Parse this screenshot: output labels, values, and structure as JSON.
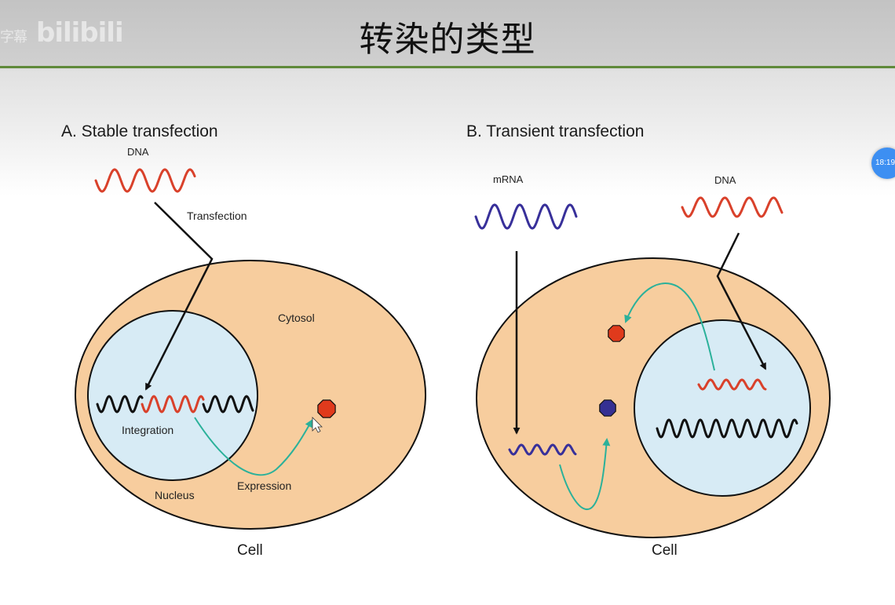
{
  "header": {
    "title": "转染的类型",
    "watermark_small": "字幕",
    "watermark": "bilibili"
  },
  "overlay": {
    "time_badge": "18:19"
  },
  "colors": {
    "header_rule": "#5f8a3a",
    "cell_fill": "#f7cd9e",
    "nucleus_fill": "#d7ebf5",
    "dna_red": "#d9412b",
    "mrna_blue": "#38309a",
    "expression_arrow": "#2bb19a",
    "protein_red": "#e03a1c",
    "protein_blue": "#353093"
  },
  "panel_a": {
    "title": "A. Stable transfection",
    "dna_label": "DNA",
    "transfection_label": "Transfection",
    "cytosol_label": "Cytosol",
    "integration_label": "Integration",
    "nucleus_label": "Nucleus",
    "expression_label": "Expression",
    "cell_label": "Cell",
    "icons": {
      "dna": "wavy-line",
      "protein": "octagon"
    }
  },
  "panel_b": {
    "title": "B. Transient transfection",
    "mrna_label": "mRNA",
    "dna_label": "DNA",
    "cell_label": "Cell",
    "icons": {
      "mrna": "wavy-line",
      "dna": "wavy-line",
      "protein": "octagon"
    }
  }
}
